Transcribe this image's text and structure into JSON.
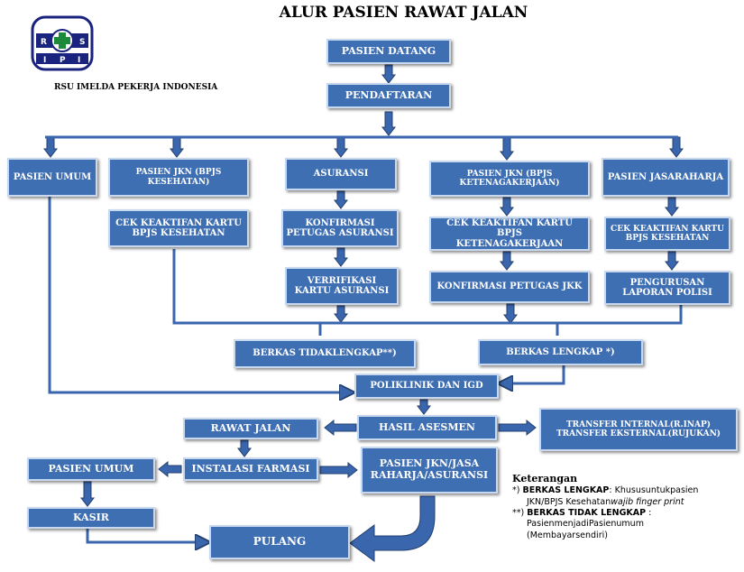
{
  "title": "ALUR PASIEN RAWAT JALAN",
  "hospital_name": "RSU IMELDA PEKERJA INDONESIA",
  "logo": {
    "letters": [
      "R",
      "S",
      "I",
      "P",
      "I"
    ],
    "colors": {
      "ring": "#1a237e",
      "cross": "#1b8a3a",
      "accent": "#c62828"
    }
  },
  "colors": {
    "box_fill": "#3f6fb3",
    "box_border": "#c8d8ef",
    "arrow": "#3a66ad",
    "arrow_outline": "#23406f"
  },
  "nodes": {
    "pasien_datang": "PASIEN DATANG",
    "pendaftaran": "PENDAFTARAN",
    "pasien_umum_top": "PASIEN  UMUM",
    "pasien_jkn_bpjs_kesehatan": "PASIEN JKN (BPJS\nKESEHATAN)",
    "asuransi": "ASURANSI",
    "pasien_jkn_ketenagakerjaan": "PASIEN JKN (BPJS\nKETENAGAKERJAAN)",
    "pasien_jasaraharja": "PASIEN JASARAHARJA",
    "cek_keaktifan_bpjs_kesehatan": "CEK KEAKTIFAN KARTU\nBPJS KESEHATAN",
    "konfirmasi_petugas_asuransi": "KONFIRMASI\nPETUGAS ASURANSI",
    "cek_keaktifan_ketenagakerjaan": "CEK KEAKTIFAN KARTU BPJS\nKETENAGAKERJAAN",
    "cek_keaktifan_jasaraharja": "CEK KEAKTIFAN KARTU\nBPJS KESEHATAN",
    "verrifikasi_kartu_asuransi": "VERRIFIKASI\nKARTU ASURANSI",
    "konfirmasi_petugas_jkk": "KONFIRMASI PETUGAS JKK",
    "pengurusan_laporan_polisi": "PENGURUSAN\nLAPORAN POLISI",
    "berkas_tidak_lengkap": "BERKAS TIDAKLENGKAP**)",
    "berkas_lengkap": "BERKAS LENGKAP *)",
    "poliklinik_igd": "POLIKLINIK DAN IGD",
    "hasil_asesmen": "HASIL ASESMEN",
    "rawat_jalan": "RAWAT JALAN",
    "transfer": "TRANSFER INTERNAL(R.INAP)\nTRANSFER EKSTERNAL(RUJUKAN)",
    "instalasi_farmasi": "INSTALASI FARMASI",
    "pasien_jkn_jasa_raharja_asuransi": "PASIEN  JKN/JASA\nRAHARJA/ASURANSI",
    "pasien_umum_bottom": "PASIEN  UMUM",
    "kasir": "KASIR",
    "pulang": "PULANG"
  },
  "legend": {
    "title": "Keterangan",
    "item1_mark": "*)",
    "item1_label": "BERKAS LENGKAP",
    "item1_text_a": ": Khususuntukpasien",
    "item1_text_b": "JKN/BPJS Kesehatan",
    "item1_text_c": "wajib finger print",
    "item2_mark": "**)",
    "item2_label": "BERKAS TIDAK LENGKAP",
    "item2_text_a": " :",
    "item2_text_b": "PasienmenjadiPasienumum",
    "item2_text_c": "(Membayarsendiri)"
  }
}
